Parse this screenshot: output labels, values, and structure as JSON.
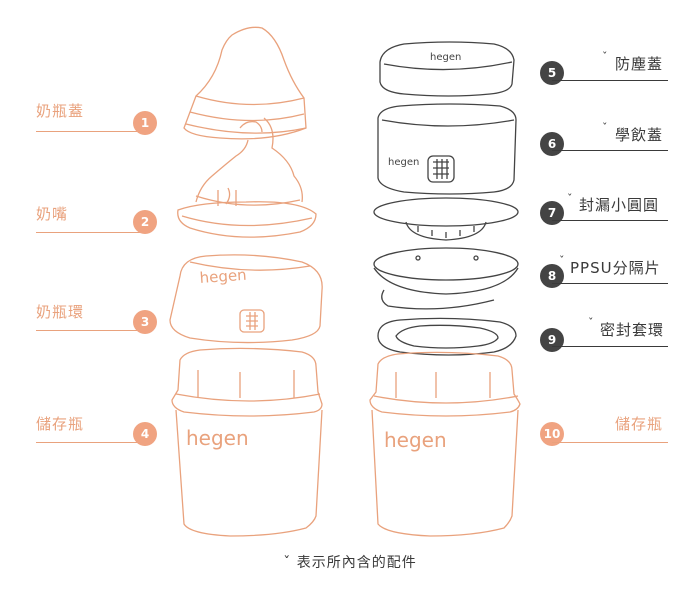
{
  "colors": {
    "accent": "#f0a381",
    "line_art": "#e9a27d",
    "dark": "#444444",
    "text": "#3a3a3a",
    "background": "#ffffff"
  },
  "left_items": [
    {
      "label": "奶瓶蓋",
      "number": "1"
    },
    {
      "label": "奶嘴",
      "number": "2"
    },
    {
      "label": "奶瓶環",
      "number": "3"
    },
    {
      "label": "儲存瓶",
      "number": "4"
    }
  ],
  "right_items": [
    {
      "label": "防塵蓋",
      "number": "5",
      "marked": true
    },
    {
      "label": "學飲蓋",
      "number": "6",
      "marked": true
    },
    {
      "label": "封漏小圓圓",
      "number": "7",
      "marked": true
    },
    {
      "label": "PPSU分隔片",
      "number": "8",
      "marked": true
    },
    {
      "label": "密封套環",
      "number": "9",
      "marked": true
    },
    {
      "label": "儲存瓶",
      "number": "10",
      "marked": false
    }
  ],
  "brand": {
    "logo_text": "hegen"
  },
  "mark_symbol": "ˇ",
  "footnote": "ˇ 表示所內含的配件"
}
